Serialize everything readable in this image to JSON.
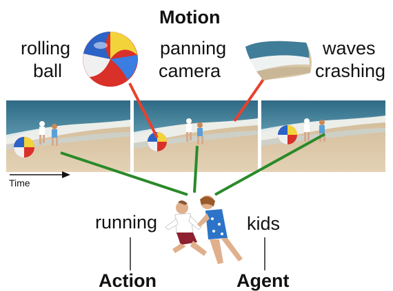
{
  "title": "Motion",
  "motion_items": [
    {
      "line1": "rolling",
      "line2": "ball"
    },
    {
      "line1": "panning",
      "line2": "camera"
    },
    {
      "line1": "waves",
      "line2": "crashing"
    }
  ],
  "time_label": "Time",
  "action": {
    "word": "running",
    "label": "Action"
  },
  "agent": {
    "word": "kids",
    "label": "Agent"
  },
  "colors": {
    "motion_link": "#e8412c",
    "content_link": "#2a8a2a",
    "sand": "#d9c3a1",
    "sea": "#3f7d98",
    "foam": "#eef3f2"
  }
}
